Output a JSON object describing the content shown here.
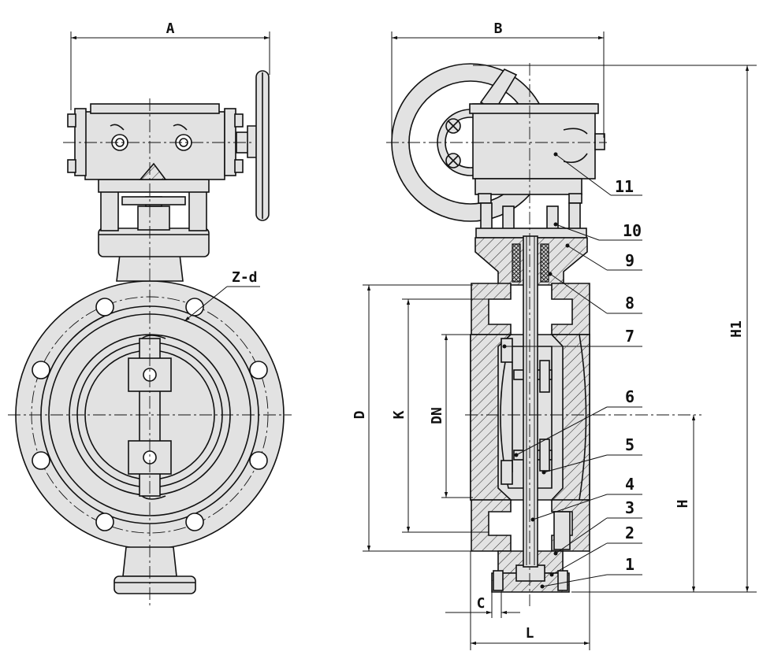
{
  "dimensions": {
    "A": "A",
    "B": "B",
    "C": "C",
    "D": "D",
    "K": "K",
    "DN": "DN",
    "H": "H",
    "H1": "H1",
    "L": "L",
    "Zd": "Z-d"
  },
  "parts": [
    "1",
    "2",
    "3",
    "4",
    "5",
    "6",
    "7",
    "8",
    "9",
    "10",
    "11"
  ]
}
